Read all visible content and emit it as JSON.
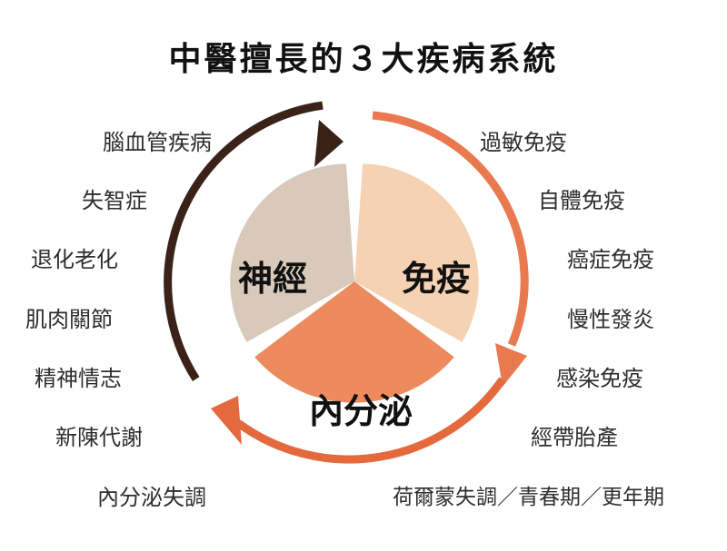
{
  "title": "中醫擅長的３大疾病系統",
  "segments": {
    "nervous": {
      "label": "神經",
      "color": "#d8c9bb",
      "arrow_color": "#3b2218"
    },
    "immune": {
      "label": "免疫",
      "color": "#f6d2b4",
      "arrow_color": "#e9794f"
    },
    "endocrine": {
      "label": "內分泌",
      "color": "#ed8a5e",
      "arrow_color": "#e46a3d"
    }
  },
  "left_items": [
    "腦血管疾病",
    "失智症",
    "退化老化",
    "肌肉關節",
    "精神情志",
    "新陳代謝",
    "內分泌失調"
  ],
  "right_items": [
    "過敏免疫",
    "自體免疫",
    "癌症免疫",
    "慢性發炎",
    "感染免疫",
    "經帶胎產",
    "荷爾蒙失調／青春期／更年期"
  ]
}
